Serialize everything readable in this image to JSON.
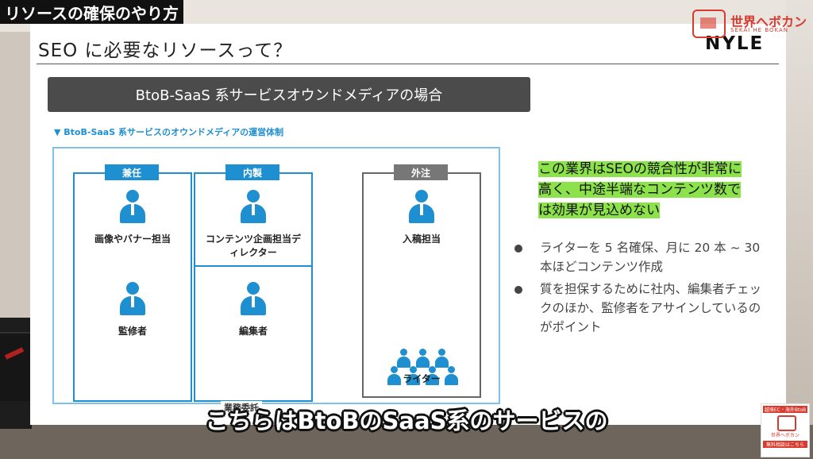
{
  "overlay": {
    "top_label": "リソースの確保のやり方",
    "caption": "こちらはBtoBのSaaS系のサービスの",
    "logo_name": "世界へボカン",
    "logo_sub": "SEKAI HE BOKAN",
    "corner_ad": {
      "line1": "越境EC・海外BtoB",
      "line2": "世界へボカン",
      "line3": "無料相談はこちら"
    }
  },
  "slide": {
    "title": "SEO に必要なリソースって？",
    "brand": "NYLE",
    "banner": "BtoB-SaaS 系サービスオウンドメディアの場合",
    "subheading": "▼ BtoB-SaaS 系サービスのオウンドメディアの運営体制",
    "columns": [
      {
        "tag": "兼任",
        "roles": [
          "画像やバナー担当",
          "監修者"
        ]
      },
      {
        "tag": "内製",
        "roles": [
          "コンテンツ企画担当ディレクター",
          "編集者"
        ]
      },
      {
        "tag": "外注",
        "roles": [
          "入稿担当",
          "ライター"
        ]
      }
    ],
    "footer_label": "業務委託",
    "highlight": {
      "part1": "この業界は",
      "part2": "SEO",
      "part3": "の競合性が非常に高く、中途半端なコンテンツ数では効果が見込めない"
    },
    "bullets": [
      "ライターを 5 名確保、月に 20 本 ~ 30 本ほどコンテンツ作成",
      "質を担保するために社内、編集者チェックのほか、監修者をアサインしているのがポイント"
    ]
  },
  "colors": {
    "accent": "#1e8fd0",
    "highlight": "#8be24a",
    "brand_red": "#d83a2e"
  }
}
